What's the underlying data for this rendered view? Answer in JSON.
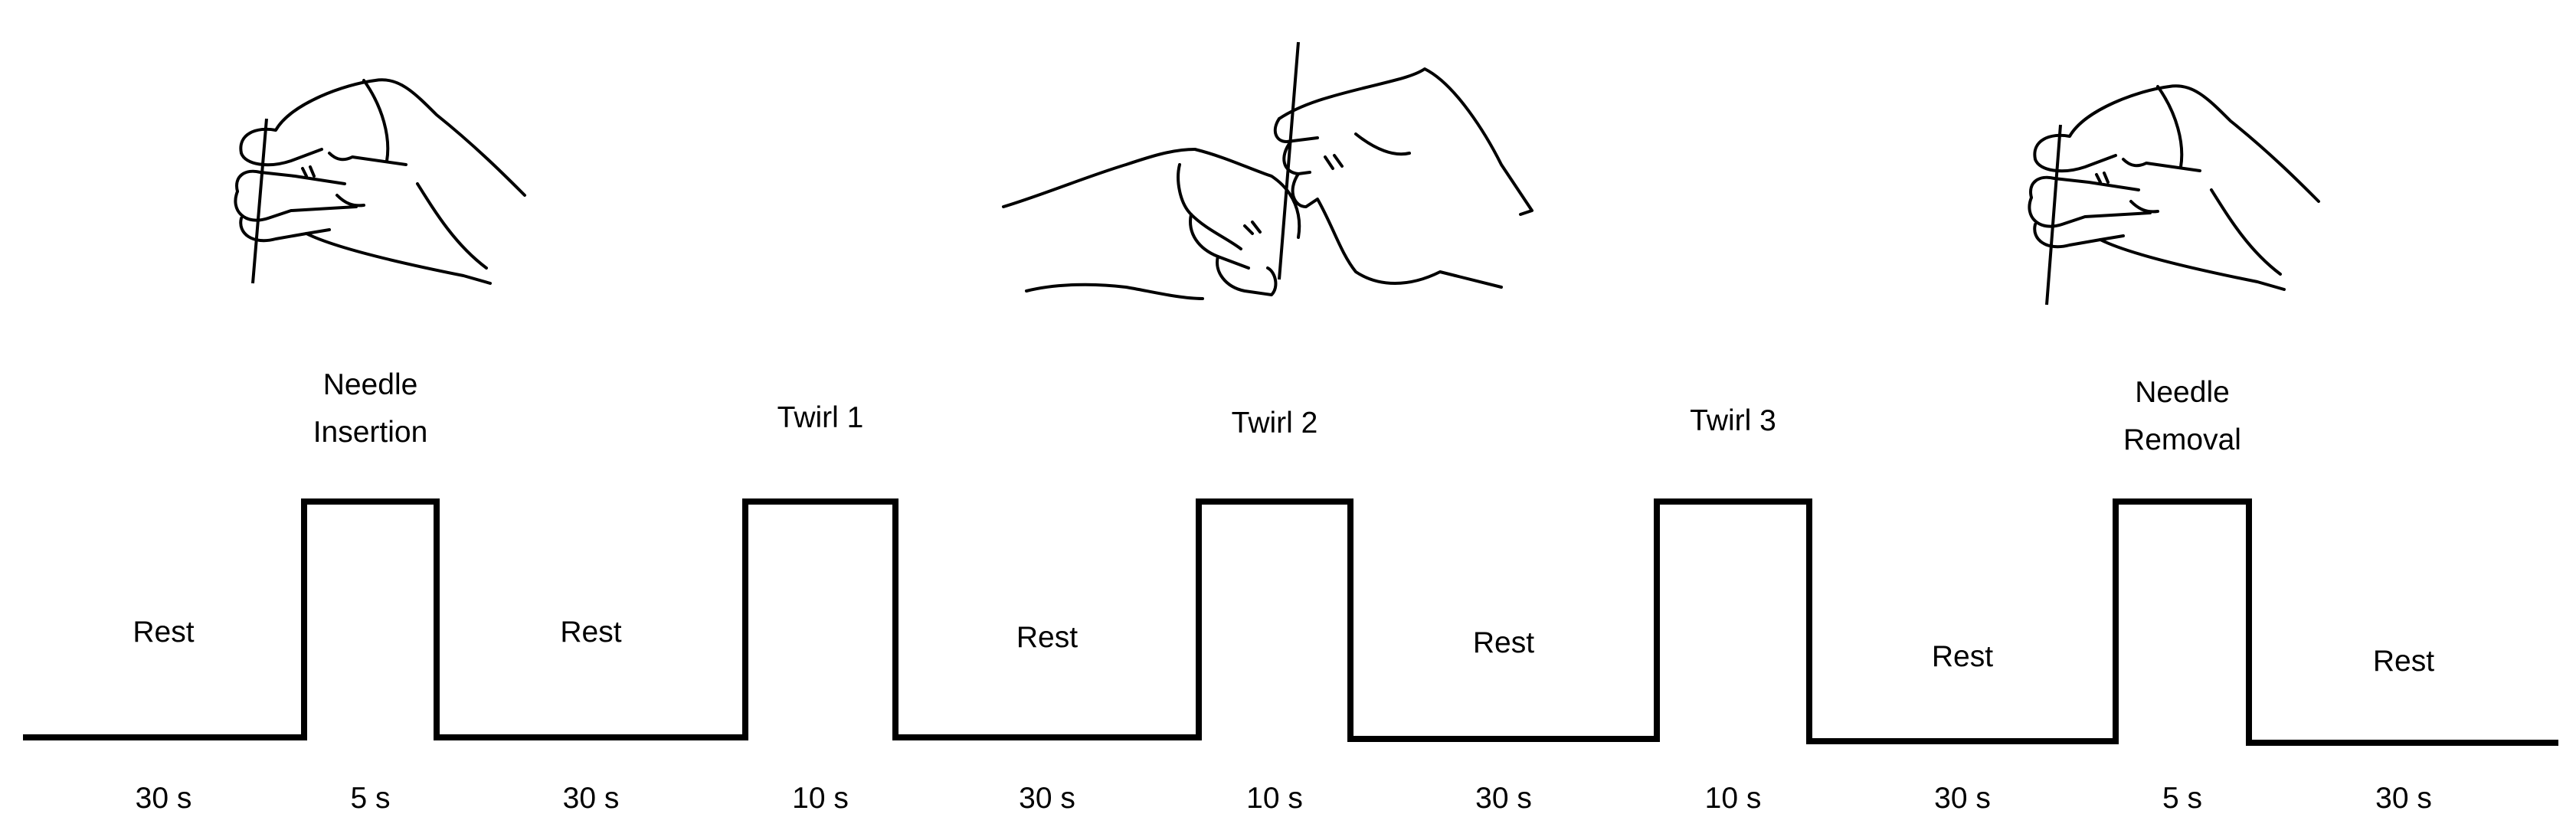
{
  "illustrations": [
    {
      "name": "hand-holding-needle-insertion-icon",
      "type": "pinch"
    },
    {
      "name": "hands-twirling-needle-icon",
      "type": "twirl"
    },
    {
      "name": "hand-holding-needle-removal-icon",
      "type": "pinch"
    }
  ],
  "segments": [
    {
      "label": [
        "Rest"
      ],
      "duration": "30 s",
      "level": "low"
    },
    {
      "label": [
        "Needle",
        "Insertion"
      ],
      "duration": "5 s",
      "level": "high"
    },
    {
      "label": [
        "Rest"
      ],
      "duration": "30 s",
      "level": "low"
    },
    {
      "label": [
        "Twirl 1"
      ],
      "duration": "10 s",
      "level": "high"
    },
    {
      "label": [
        "Rest"
      ],
      "duration": "30 s",
      "level": "low"
    },
    {
      "label": [
        "Twirl 2"
      ],
      "duration": "10 s",
      "level": "high"
    },
    {
      "label": [
        "Rest"
      ],
      "duration": "30 s",
      "level": "low"
    },
    {
      "label": [
        "Twirl 3"
      ],
      "duration": "10 s",
      "level": "high"
    },
    {
      "label": [
        "Rest"
      ],
      "duration": "30 s",
      "level": "low"
    },
    {
      "label": [
        "Needle",
        "Removal"
      ],
      "duration": "5 s",
      "level": "high"
    },
    {
      "label": [
        "Rest"
      ],
      "duration": "30 s",
      "level": "low"
    }
  ]
}
